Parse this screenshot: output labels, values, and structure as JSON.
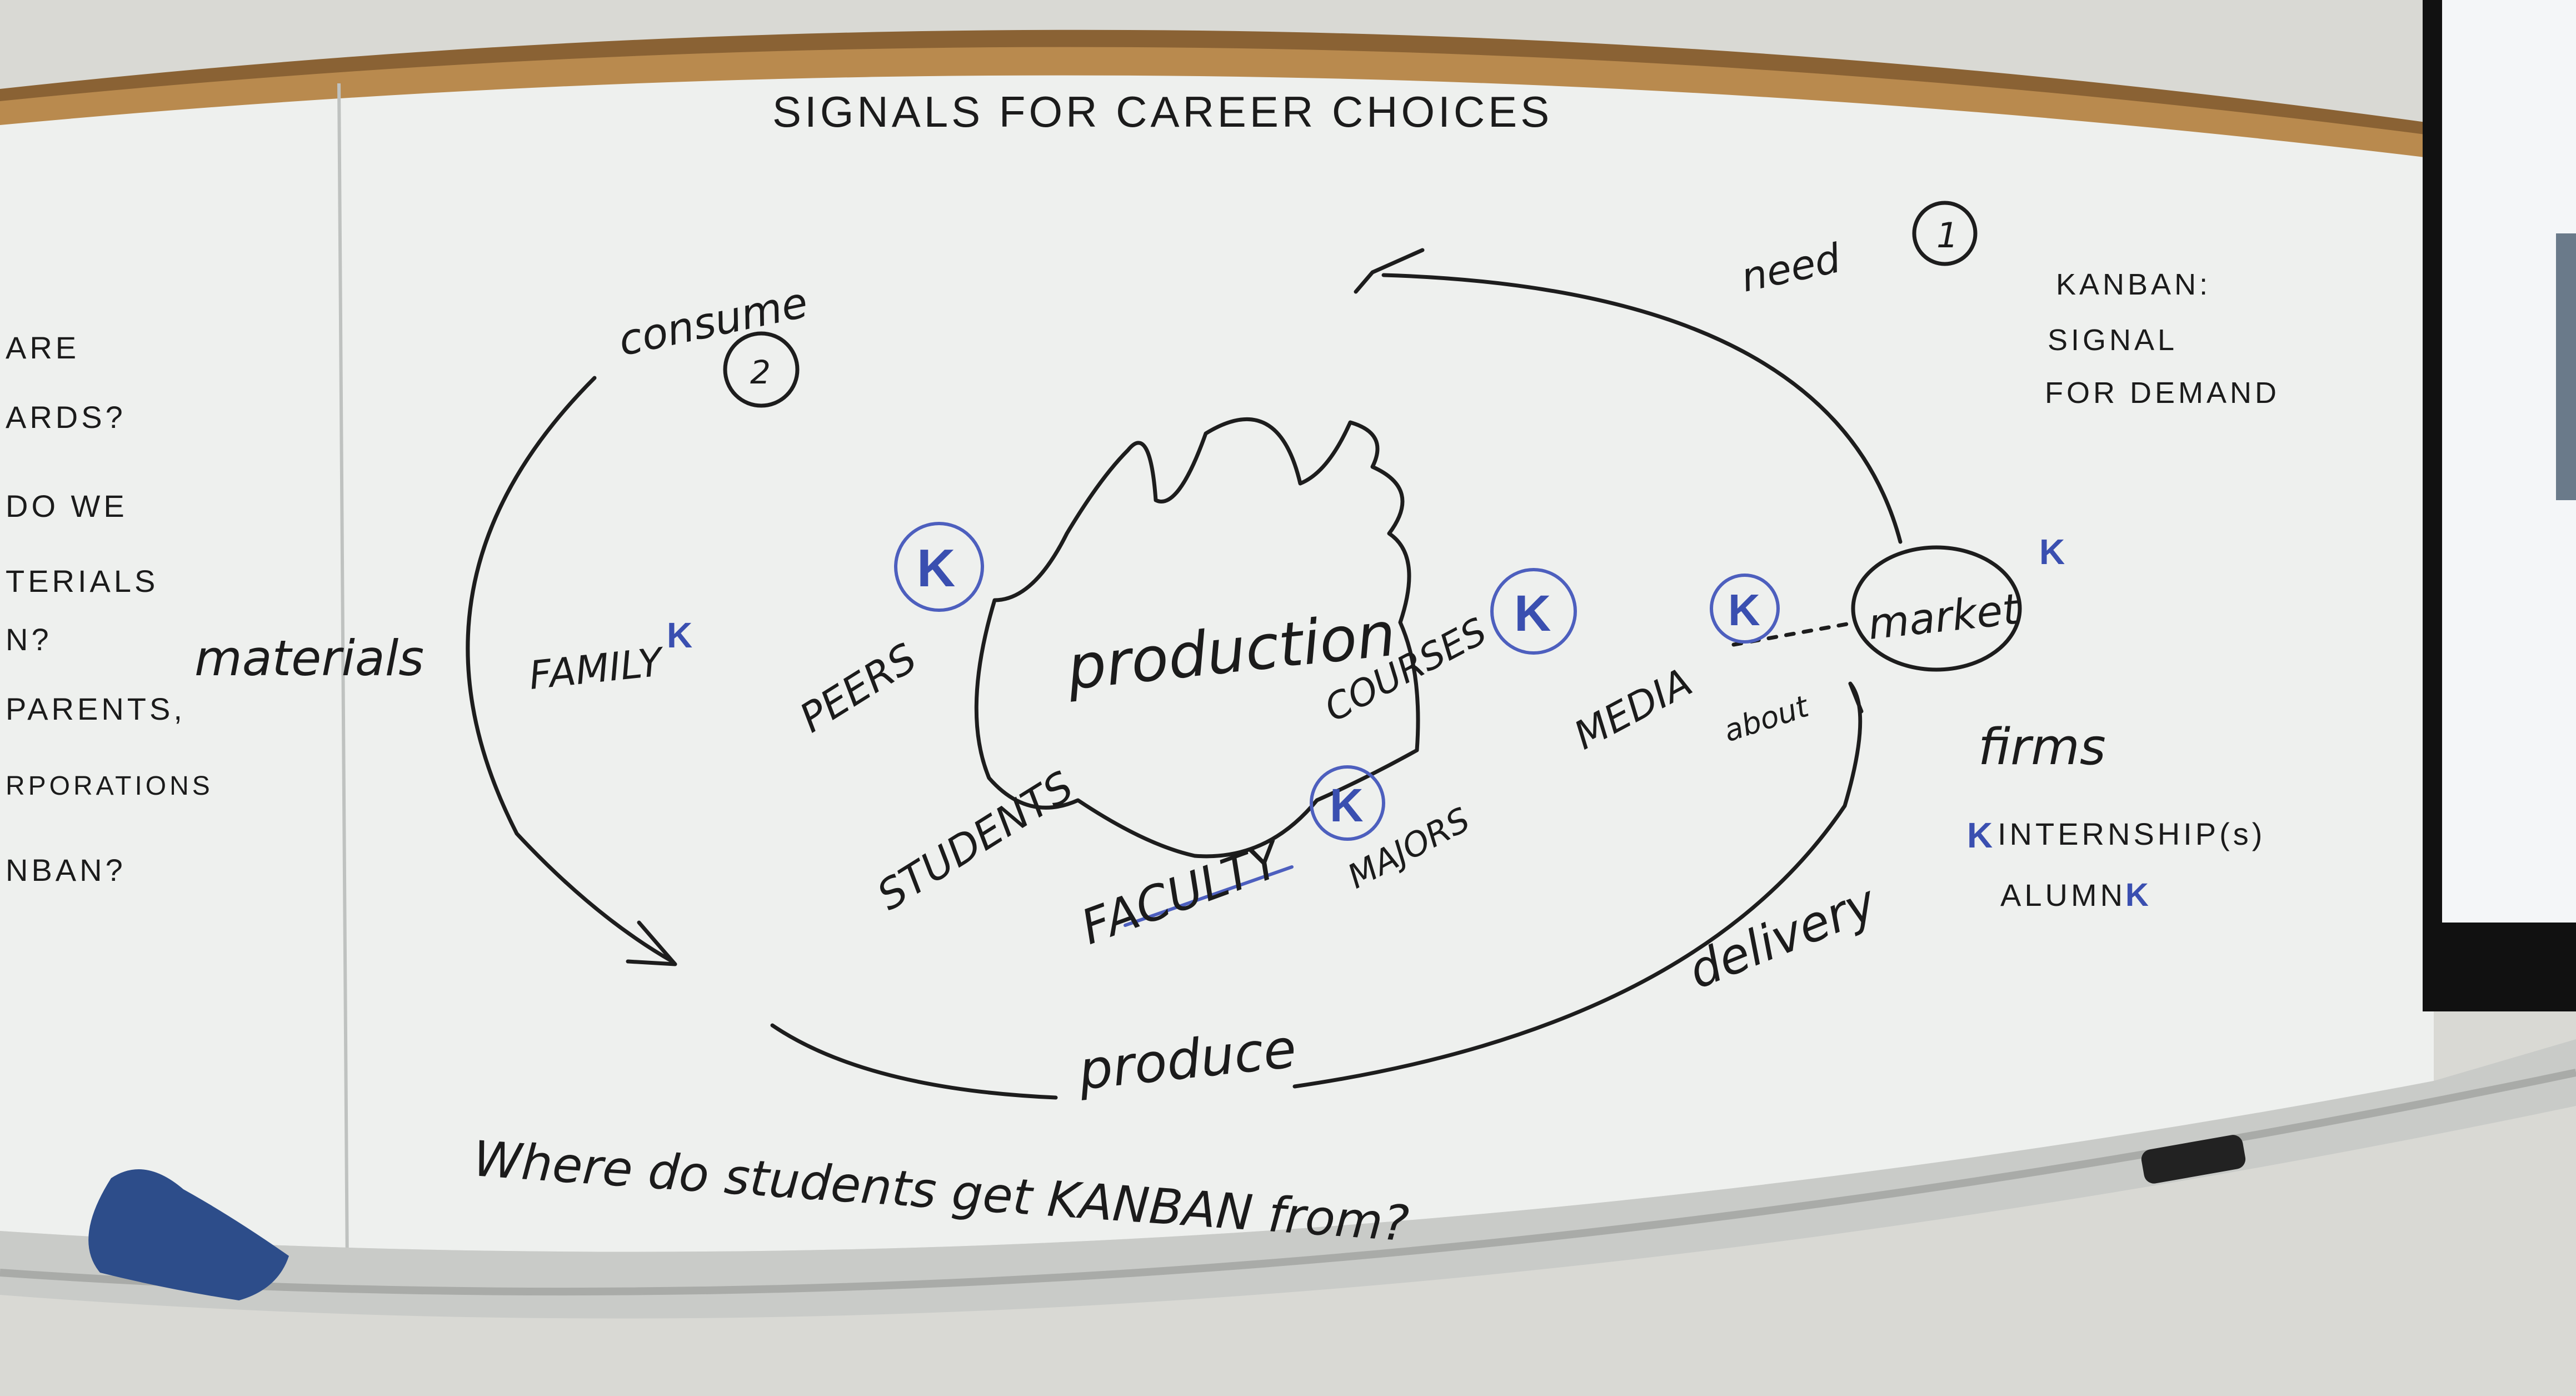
{
  "whiteboard": {
    "title": "SIGNALS FOR CAREER CHOICES",
    "left_notes": [
      "ARE",
      "ARDS?",
      "DO WE",
      "TERIALS",
      "N?",
      "PARENTS,",
      "RPORATIONS",
      "NBAN?"
    ],
    "labels": {
      "consume": "consume",
      "consume_step": "2",
      "need": "need",
      "need_step": "1",
      "kanban_note": [
        "KANBAN:",
        "SIGNAL",
        "FOR DEMAND"
      ],
      "materials": "materials",
      "family": "FAMILY",
      "peers": "PEERS",
      "production": "production",
      "courses": "COURSES",
      "media": "MEDIA",
      "about": "about",
      "market": "market",
      "students": "STUDENTS",
      "faculty": "FACULTY",
      "majors": "MAJORS",
      "delivery": "delivery",
      "produce": "produce",
      "firms": "firms",
      "internships": "INTERNSHIP(s)",
      "alumni": "ALUMNI",
      "question": "Where do students get KANBAN from?"
    },
    "kanban_mark": "K"
  },
  "colors": {
    "board": "#f2f3f1",
    "frame": "#b98a4e",
    "ink": "#1d1d1d",
    "blue_marker": "#3a4fb0",
    "wall": "#d9d9d4",
    "screen": "#111111"
  }
}
